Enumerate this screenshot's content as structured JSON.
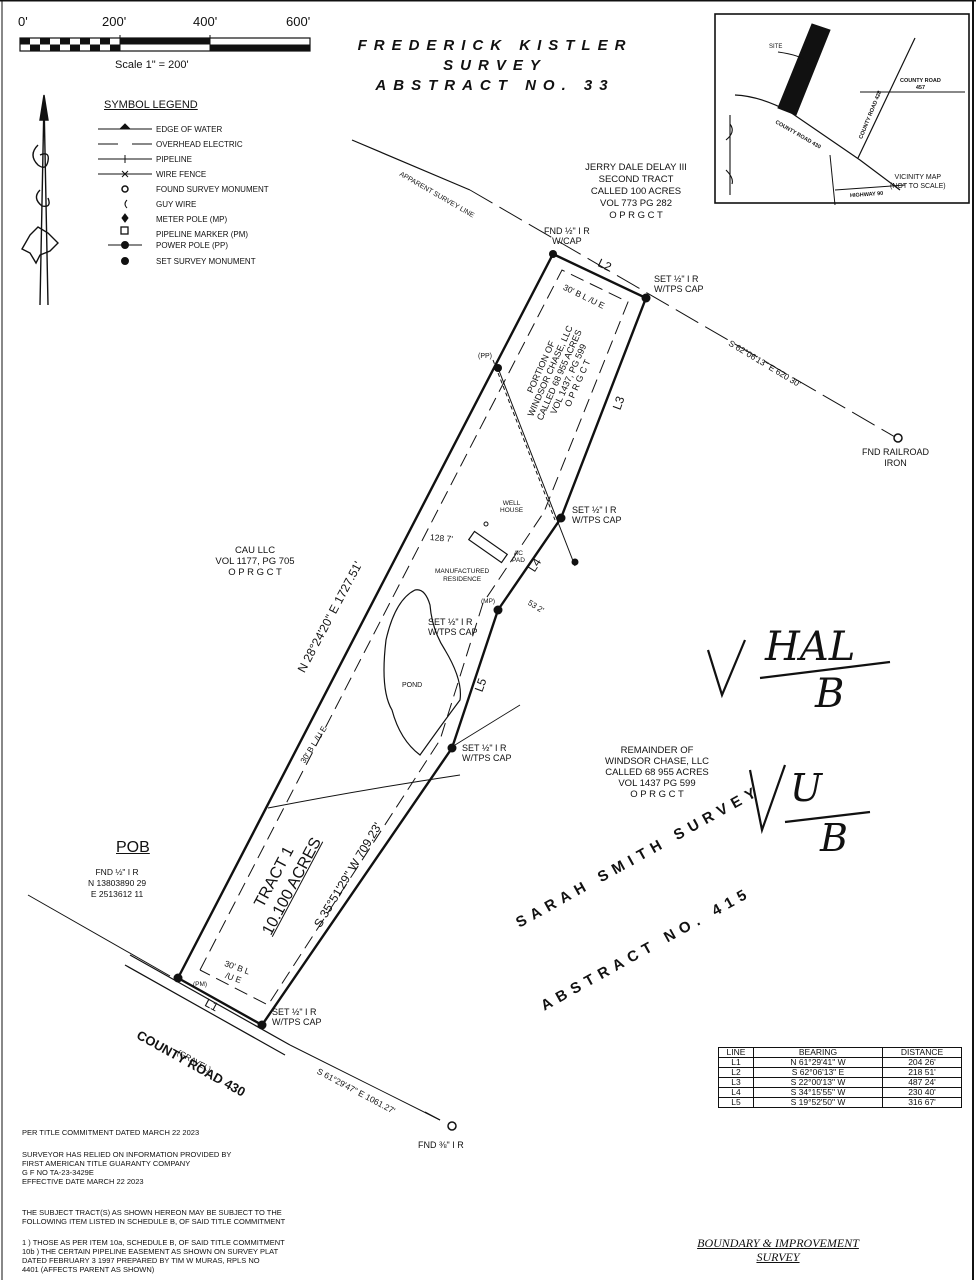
{
  "scale": {
    "ticks": [
      "0'",
      "200'",
      "400'",
      "600'"
    ],
    "label": "Scale  1\" = 200'"
  },
  "title": {
    "line1": "FREDERICK  KISTLER",
    "line2": "SURVEY",
    "line3": "ABSTRACT  NO.  33"
  },
  "legend": {
    "heading": "SYMBOL LEGEND",
    "items": [
      {
        "label": "EDGE OF WATER",
        "icon": "edge-of-water-icon"
      },
      {
        "label": "OVERHEAD ELECTRIC",
        "icon": "overhead-electric-icon"
      },
      {
        "label": "PIPELINE",
        "icon": "pipeline-icon"
      },
      {
        "label": "WIRE FENCE",
        "icon": "wire-fence-icon"
      },
      {
        "label": "FOUND SURVEY MONUMENT",
        "icon": "found-monument-icon"
      },
      {
        "label": "GUY WIRE",
        "icon": "guy-wire-icon"
      },
      {
        "label": "METER POLE (MP)",
        "icon": "meter-pole-icon"
      },
      {
        "label": "PIPELINE MARKER (PM)",
        "icon": "pipeline-marker-icon"
      },
      {
        "label": "POWER POLE (PP)",
        "icon": "power-pole-icon"
      },
      {
        "label": "SET SURVEY MONUMENT",
        "icon": "set-monument-icon"
      }
    ]
  },
  "vicinity": {
    "site": "SITE",
    "county_road_457": [
      "COUNTY ROAD",
      "457"
    ],
    "county_road_430": "COUNTY ROAD 430",
    "county_road_428": "COUNTY ROAD 428",
    "highway": "HIGHWAY 90",
    "caption": [
      "VICINITY MAP",
      "(NOT TO SCALE)"
    ]
  },
  "labels": {
    "delay": [
      "JERRY DALE DELAY III",
      "SECOND TRACT",
      "CALLED 100 ACRES",
      "VOL  773  PG  282",
      "O P R G C T"
    ],
    "survey_line": "APPARENT SURVEY LINE",
    "fnd_cap": [
      "FND ½\" I R",
      "W/CAP"
    ],
    "set_l2": [
      "SET ½\" I R",
      "W/TPS CAP"
    ],
    "l2": "L2",
    "l3": "L3",
    "l4": "L4",
    "l5": "L5",
    "l1": "L1",
    "bl_top": "30' B L /U E",
    "portion": [
      "PORTION OF",
      "WINDSOR CHASE, LLC",
      "CALLED 68 955 ACRES",
      "VOL 1437, PG 599",
      "O P R G C T"
    ],
    "pp": "(PP)",
    "ne_line": "S 62°06'13\" E  620 30'",
    "railroad": [
      "FND RAILROAD",
      "IRON"
    ],
    "set_l3": [
      "SET ½\" I R",
      "W/TPS CAP"
    ],
    "well": [
      "WELL",
      "HOUSE"
    ],
    "ac_pad": [
      "AC",
      "PAD"
    ],
    "dist_128": "128 7'",
    "manufactured": [
      "MANUFACTURED",
      "RESIDENCE"
    ],
    "dist_53": "53 2'",
    "mp": "(MP)",
    "set_l4": [
      "SET ½\" I R",
      "W/TPS CAP"
    ],
    "cau": [
      "CAU LLC",
      "VOL  1177, PG  705",
      "O P R G C T"
    ],
    "west_line": "N 28°24'20\" E  1727.51'",
    "pond": "POND",
    "bl_mid": "30' B L /U E",
    "set_l5": [
      "SET ½\" I R",
      "W/TPS CAP"
    ],
    "remainder": [
      "REMAINDER OF",
      "WINDSOR CHASE, LLC",
      "CALLED 68 955 ACRES",
      "VOL  1437  PG  599",
      "O P R G C T"
    ],
    "tract": [
      "TRACT 1",
      "10.100 ACRES"
    ],
    "sw_line": "S 35°51'29\" W  709.23'",
    "pob": "POB",
    "pob_text": [
      "FND ½\" I R",
      "N 13803890 29",
      "E 2513612 11"
    ],
    "bl_bottom": [
      "30' B L",
      "/U E"
    ],
    "pm": "(PM)",
    "set_l1": [
      "SET ½\" I R",
      "W/TPS CAP"
    ],
    "county_road": "COUNTY ROAD 430",
    "gravel": "(GRAVEL)",
    "road_line": "S 61°29'47\" E  1061.27'",
    "fnd_bottom": "FND ⅜\" I R",
    "sarah1": "SARAH SMITH SURVEY",
    "sarah2": "ABSTRACT NO. 415",
    "hand1_top": "HAL",
    "hand1_bottom": "B",
    "hand2_top": "U",
    "hand2_bottom": "B"
  },
  "line_table": {
    "headers": [
      "LINE",
      "BEARING",
      "DISTANCE"
    ],
    "rows": [
      [
        "L1",
        "N 61°29'41\" W",
        "204 26'"
      ],
      [
        "L2",
        "S 62°06'13\" E",
        "218 51'"
      ],
      [
        "L3",
        "S 22°00'13\" W",
        "487 24'"
      ],
      [
        "L4",
        "S 34°15'55\" W",
        "230 40'"
      ],
      [
        "L5",
        "S 19°52'50\" W",
        "316 67'"
      ]
    ]
  },
  "notes": {
    "commitment": "PER TITLE COMMITMENT DATED MARCH 22  2023",
    "surveyor": [
      "SURVEYOR HAS RELIED ON INFORMATION PROVIDED BY",
      "FIRST AMERICAN TITLE GUARANTY COMPANY",
      "G F  NO  TA-23-3429E",
      "EFFECTIVE DATE  MARCH 22  2023"
    ],
    "subject": [
      "THE SUBJECT TRACT(S) AS SHOWN HEREON MAY BE SUBJECT TO THE",
      "FOLLOWING ITEM LISTED IN SCHEDULE B, OF SAID TITLE COMMITMENT"
    ],
    "item": [
      "1 ) THOSE AS PER ITEM 10a, SCHEDULE B, OF SAID TITLE COMMITMENT",
      "10b ) THE CERTAIN PIPELINE EASEMENT AS SHOWN ON SURVEY PLAT",
      "DATED FEBRUARY 3  1997  PREPARED BY TIM W  MURAS, RPLS NO",
      "4401  (AFFECTS PARENT AS SHOWN)"
    ]
  },
  "footer": {
    "line1": "BOUNDARY & IMPROVEMENT",
    "line2": "SURVEY"
  }
}
